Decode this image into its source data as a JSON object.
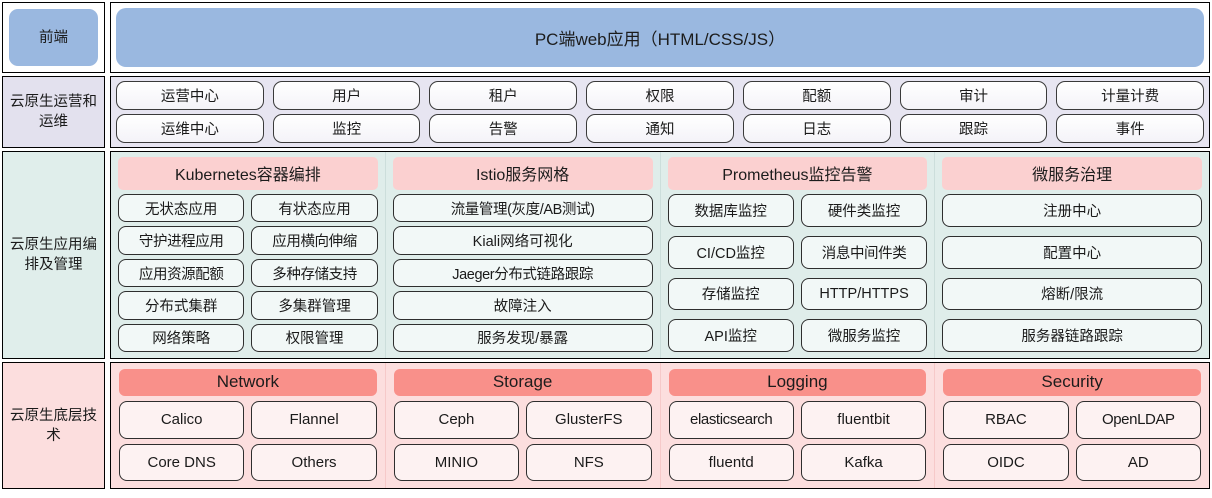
{
  "layers": [
    {
      "label": "前端",
      "label_bg": "#9ab8e0",
      "banner": "PC端web应用（HTML/CSS/JS）"
    },
    {
      "label": "云原生运营和运维",
      "label_bg": "#e3e1ee",
      "rows": [
        [
          "运营中心",
          "用户",
          "租户",
          "权限",
          "配额",
          "审计",
          "计量计费"
        ],
        [
          "运维中心",
          "监控",
          "告警",
          "通知",
          "日志",
          "跟踪",
          "事件"
        ]
      ]
    },
    {
      "label": "云原生应用编排及管理",
      "label_bg": "#e0eeeb",
      "title_bg": "#fbd0d0",
      "columns": [
        {
          "title": "Kubernetes容器编排",
          "rows": [
            [
              "无状态应用",
              "有状态应用"
            ],
            [
              "守护进程应用",
              "应用横向伸缩"
            ],
            [
              "应用资源配额",
              "多种存储支持"
            ],
            [
              "分布式集群",
              "多集群管理"
            ],
            [
              "网络策略",
              "权限管理"
            ]
          ]
        },
        {
          "title": "Istio服务网格",
          "rows": [
            [
              "流量管理(灰度/AB测试)"
            ],
            [
              "Kiali网络可视化"
            ],
            [
              "Jaeger分布式链路跟踪"
            ],
            [
              "故障注入"
            ],
            [
              "服务发现/暴露"
            ]
          ]
        },
        {
          "title": "Prometheus监控告警",
          "rows": [
            [
              "数据库监控",
              "硬件类监控"
            ],
            [
              "CI/CD监控",
              "消息中间件类"
            ],
            [
              "存储监控",
              "HTTP/HTTPS"
            ],
            [
              "API监控",
              "微服务监控"
            ]
          ]
        },
        {
          "title": "微服务治理",
          "rows": [
            [
              "注册中心"
            ],
            [
              "配置中心"
            ],
            [
              "熔断/限流"
            ],
            [
              "服务器链路跟踪"
            ]
          ]
        }
      ]
    },
    {
      "label": "云原生底层技术",
      "label_bg": "#fcdede",
      "title_bg": "#f9908a",
      "columns": [
        {
          "title": "Network",
          "rows": [
            [
              "Calico",
              "Flannel"
            ],
            [
              "Core DNS",
              "Others"
            ]
          ]
        },
        {
          "title": "Storage",
          "rows": [
            [
              "Ceph",
              "GlusterFS"
            ],
            [
              "MINIO",
              "NFS"
            ]
          ]
        },
        {
          "title": "Logging",
          "rows": [
            [
              "elasticsearch",
              "fluentbit"
            ],
            [
              "fluentd",
              "Kafka"
            ]
          ]
        },
        {
          "title": "Security",
          "rows": [
            [
              "RBAC",
              "OpenLDAP"
            ],
            [
              "OIDC",
              "AD"
            ]
          ]
        }
      ]
    }
  ]
}
